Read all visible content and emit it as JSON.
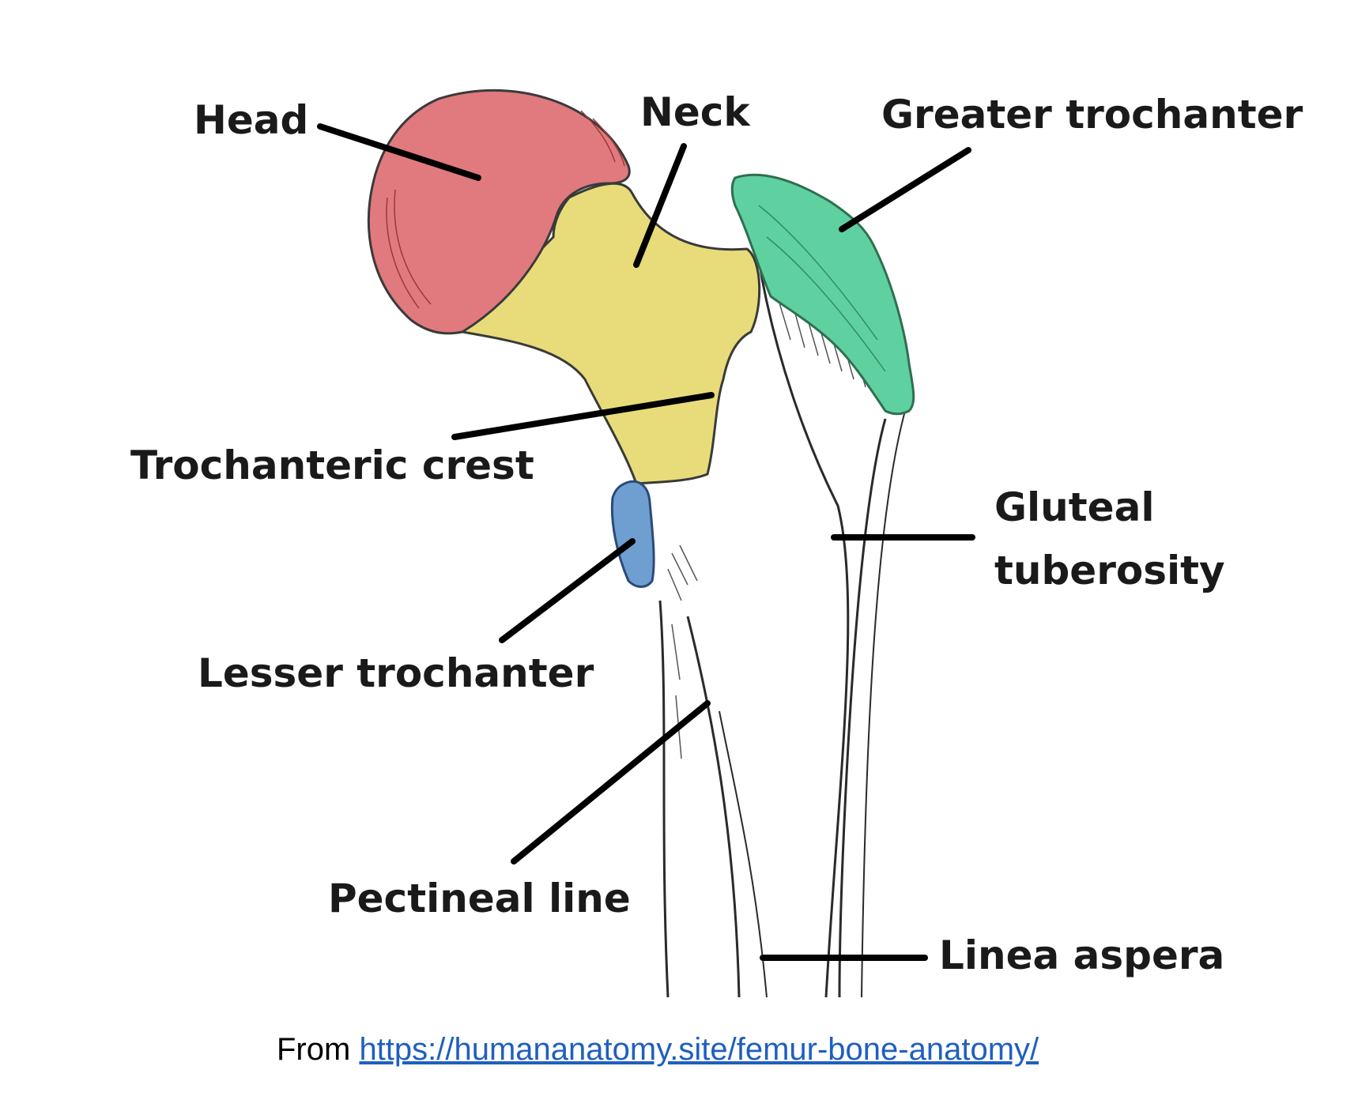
{
  "labels": {
    "head": "Head",
    "neck": "Neck",
    "greater_trochanter": "Greater trochanter",
    "trochanteric_crest": "Trochanteric crest",
    "gluteal_tuberosity_line1": "Gluteal",
    "gluteal_tuberosity_line2": "tuberosity",
    "lesser_trochanter": "Lesser trochanter",
    "pectineal_line": "Pectineal line",
    "linea_aspera": "Linea aspera"
  },
  "caption": {
    "prefix": "From ",
    "link_text": "https://humananatomy.site/femur-bone-anatomy/"
  },
  "colors": {
    "head": "#e07a7e",
    "neck": "#e8dc7a",
    "greater_trochanter": "#5fd0a0",
    "lesser_trochanter": "#6f9fd0",
    "leader_line": "#000000",
    "link": "#1f5fbf"
  }
}
